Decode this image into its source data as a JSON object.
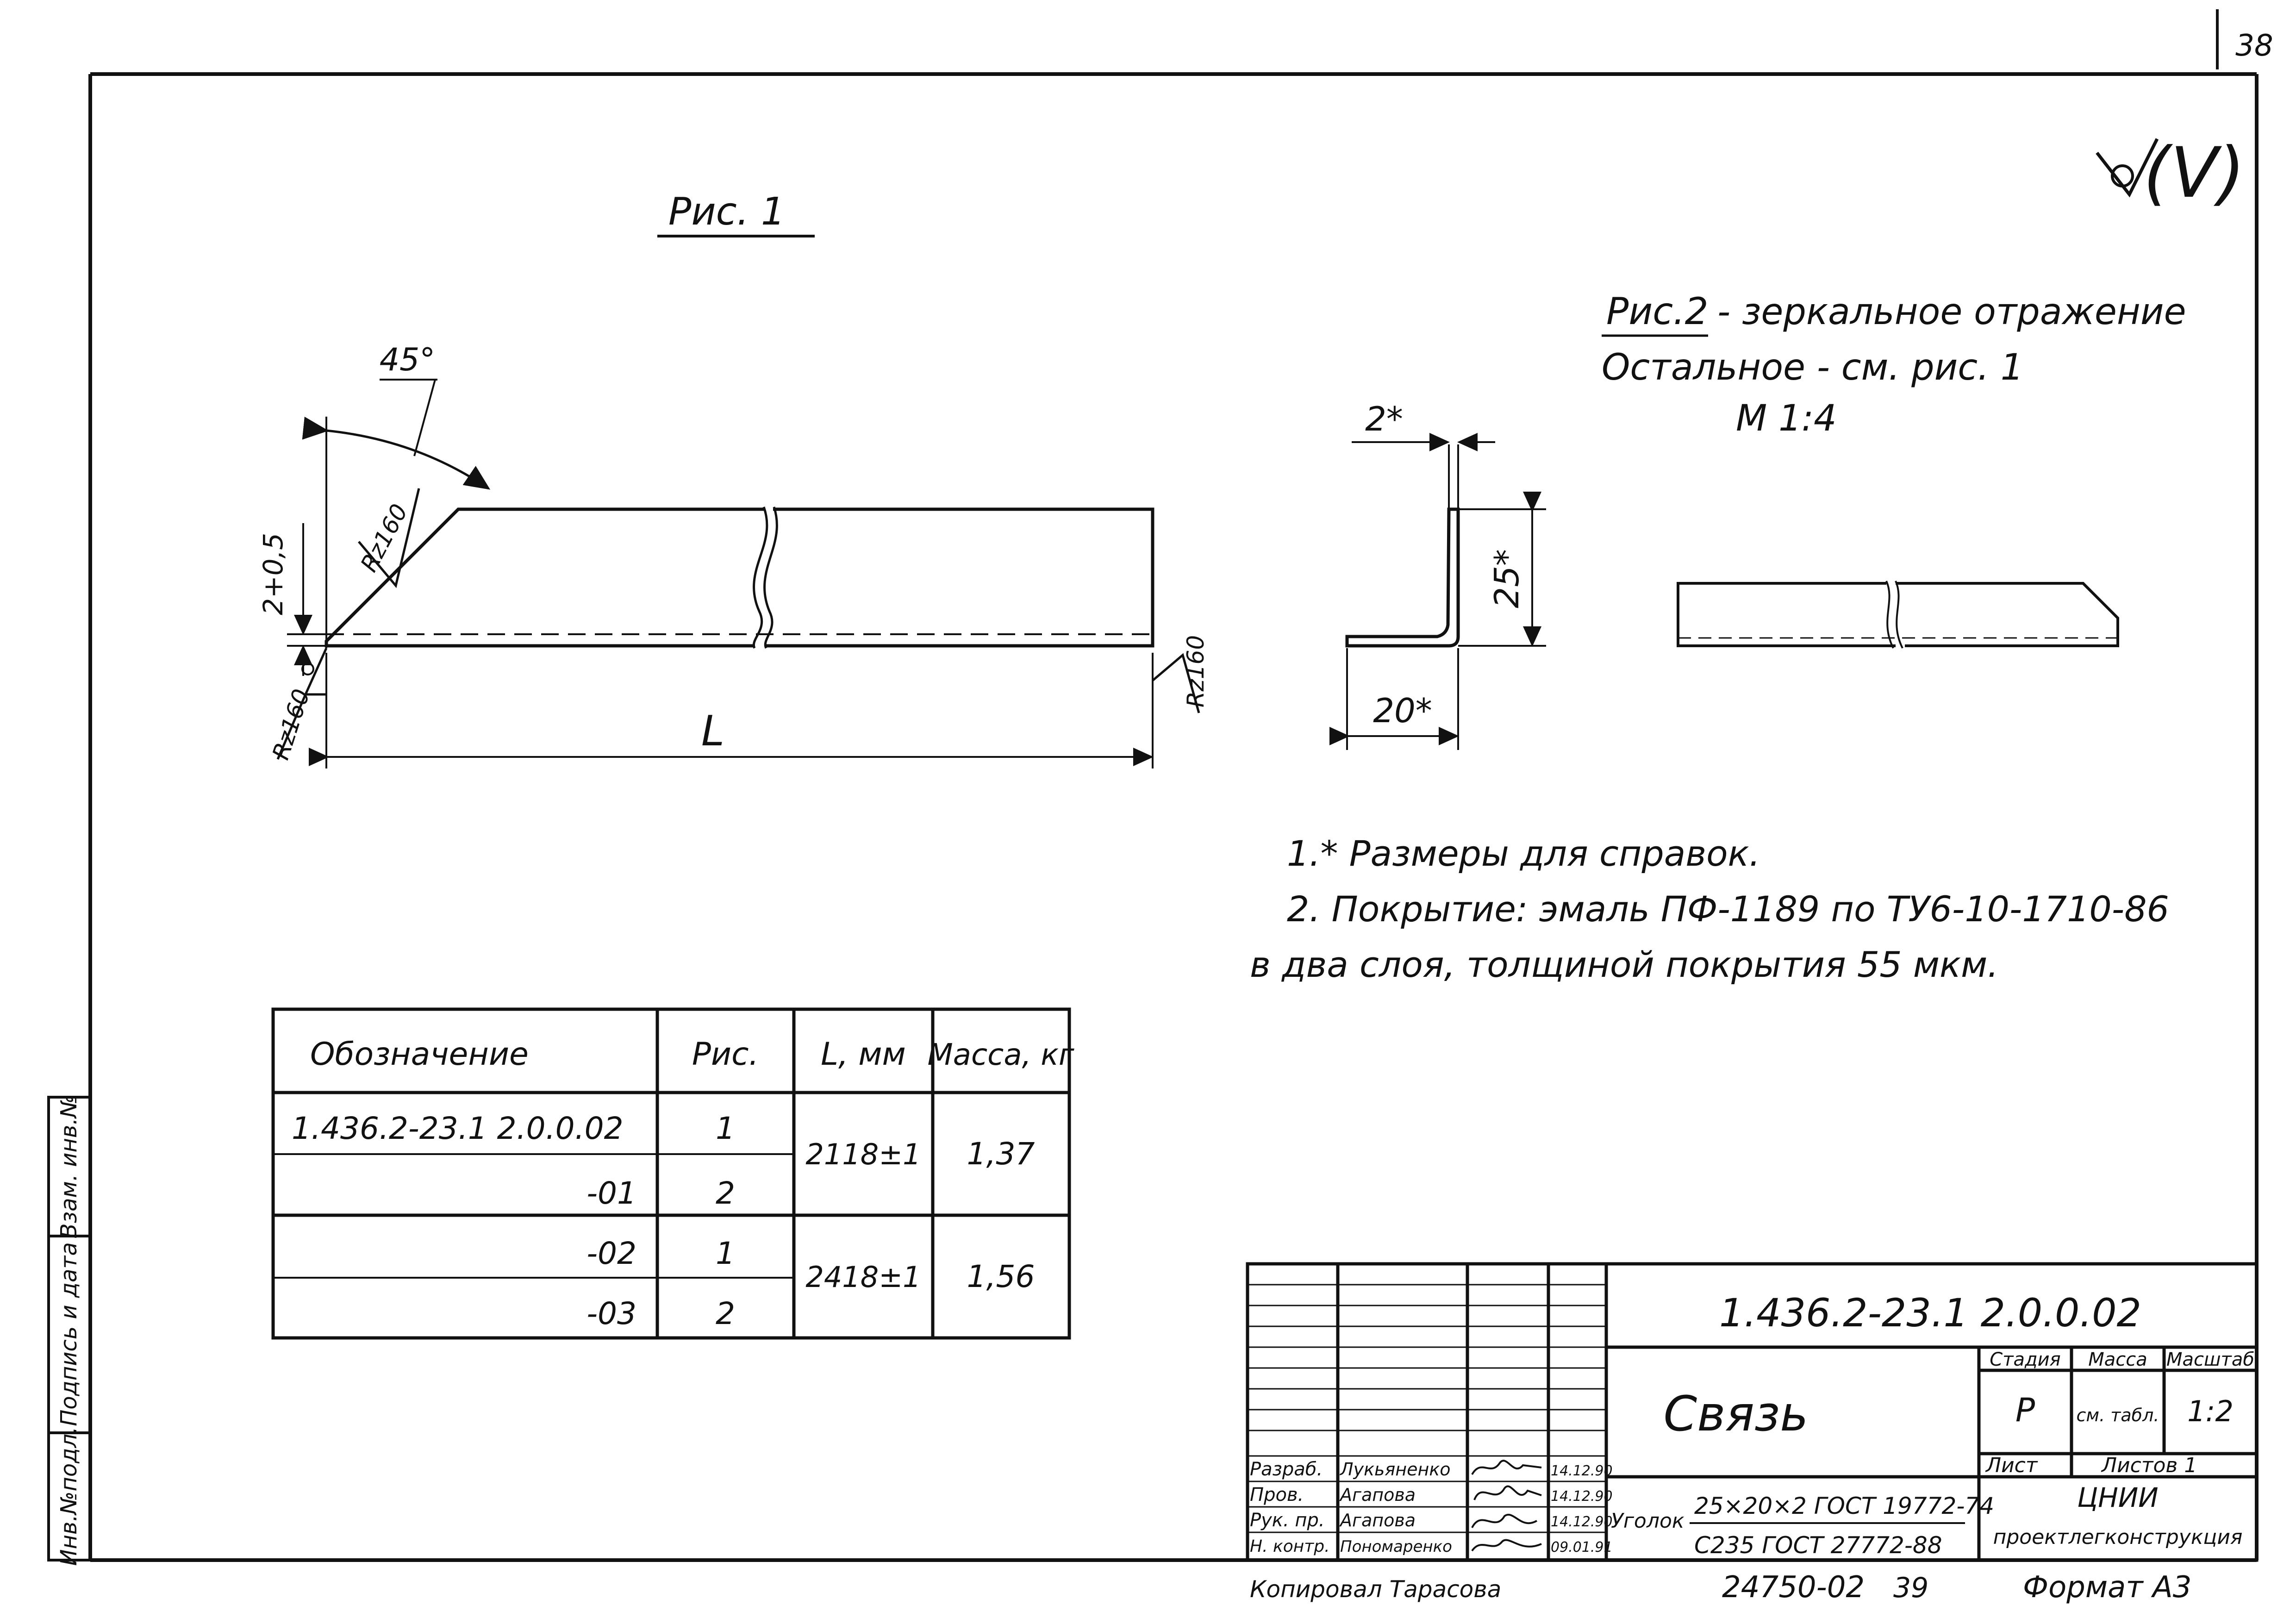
{
  "sheet": {
    "page_number": "38",
    "roughness_mark": "(V)"
  },
  "fig1": {
    "caption": "Рис. 1",
    "angle": "45°",
    "roughness_bevel": "Rz160",
    "roughness_left": "Rz160",
    "roughness_right": "Rz160",
    "offset_dim": "2+0,5",
    "length_dim": "L"
  },
  "fig2": {
    "caption": "Рис.2",
    "caption_rest": "- зеркальное отражение",
    "note": "Остальное - см. рис. 1"
  },
  "section": {
    "scale": "М 1:4",
    "thickness": "2*",
    "height": "25*",
    "width": "20*"
  },
  "notes": [
    "1.* Размеры для справок.",
    "2. Покрытие: эмаль ПФ-1189 по ТУ6-10-1710-86",
    "в два слоя, толщиной покрытия 55 мкм."
  ],
  "spec_table": {
    "headers": [
      "Обозначение",
      "Рис.",
      "L, мм",
      "Масса, кг"
    ],
    "rows": [
      {
        "designation": "1.436.2-23.1   2.0.0.02",
        "fig": "1"
      },
      {
        "designation": "-01",
        "fig": "2"
      },
      {
        "designation": "-02",
        "fig": "1"
      },
      {
        "designation": "-03",
        "fig": "2"
      }
    ],
    "groups": [
      {
        "length": "2118±1",
        "mass": "1,37"
      },
      {
        "length": "2418±1",
        "mass": "1,56"
      }
    ]
  },
  "side_stamp": [
    "Инв.№подл.",
    "Подпись и дата",
    "Взам. инв.№"
  ],
  "title_block": {
    "designation": "1.436.2-23.1   2.0.0.02",
    "title": "Связь",
    "stage_label": "Стадия",
    "mass_label": "Масса",
    "scale_label": "Масштаб",
    "stage": "Р",
    "mass": "см. табл.",
    "scale": "1:2",
    "sheet_label": "Лист",
    "sheets_label": "Листов 1",
    "org_line1": "ЦНИИ",
    "org_line2": "проектлегконструкция",
    "material_label": "Уголок",
    "material_line1": "25×20×2 ГОСТ 19772-74",
    "material_line2": "С235 ГОСТ 27772-88",
    "people": [
      {
        "role": "Разраб.",
        "name": "Лукьяненко",
        "date": "14.12.90"
      },
      {
        "role": "Пров.",
        "name": "Агапова",
        "date": "14.12.90"
      },
      {
        "role": "Рук. пр.",
        "name": "Агапова",
        "date": "14.12.90"
      },
      {
        "role": "Н. контр.",
        "name": "Пономаренко",
        "date": "09.01.91"
      }
    ]
  },
  "footer": {
    "copied": "Копировал Тарасова",
    "number": "24750-02",
    "sheet": "39",
    "format": "Формат А3"
  }
}
